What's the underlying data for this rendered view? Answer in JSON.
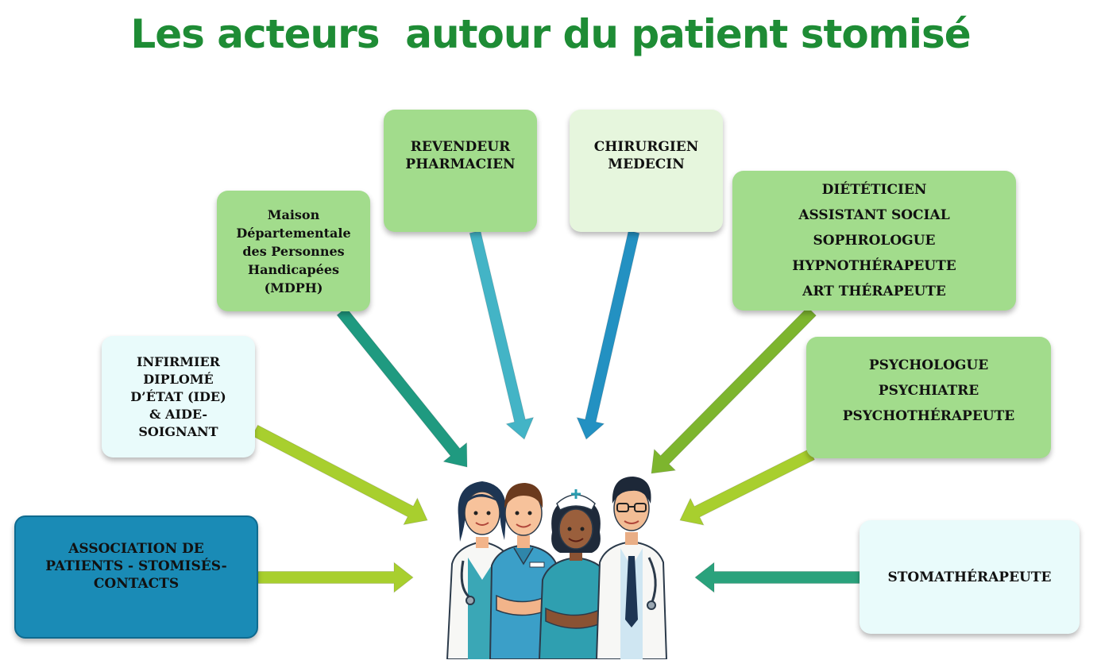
{
  "title": "Les acteurs  autour du patient stomisé",
  "boxes": {
    "revendeur": {
      "lines": [
        "REVENDEUR",
        "PHARMACIEN"
      ]
    },
    "chirurgien": {
      "lines": [
        "CHIRURGIEN",
        "MEDECIN"
      ]
    },
    "mdph": {
      "lines": [
        "Maison",
        "Départementale",
        "des Personnes",
        "Handicapées",
        "(MDPH)"
      ]
    },
    "dieteticien": {
      "lines": [
        "DIÉTÉTICIEN",
        "ASSISTANT SOCIAL",
        "SOPHROLOGUE",
        "HYPNOTHÉRAPEUTE",
        "ART THÉRAPEUTE"
      ]
    },
    "infirmier": {
      "lines": [
        "INFIRMIER",
        "DIPLOMÉ",
        "D’ÉTAT (IDE)",
        "& AIDE-",
        "SOIGNANT"
      ]
    },
    "psychologue": {
      "lines": [
        "PSYCHOLOGUE",
        "PSYCHIATRE",
        "PSYCHOTHÉRAPEUTE"
      ]
    },
    "association": {
      "lines": [
        "ASSOCIATION DE",
        "PATIENTS - STOMISÉS-",
        "CONTACTS"
      ]
    },
    "stomatherapeute": {
      "lines": [
        "STOMATHÉRAPEUTE"
      ]
    }
  },
  "colors": {
    "title": "#1e8c35",
    "box_green": "#a2dc8c",
    "box_pale_green": "#e6f6dd",
    "box_ice": "#e9fbfb",
    "box_blue": "#1a8bb6",
    "arrow_lime": "#a8cf2e",
    "arrow_teal": "#1f9a80",
    "arrow_cyan": "#43b4c6",
    "arrow_blue": "#2391c2",
    "arrow_green": "#7db52e",
    "arrow_stoma": "#2aa27c"
  },
  "center_image": "group-of-caregivers-illustration"
}
